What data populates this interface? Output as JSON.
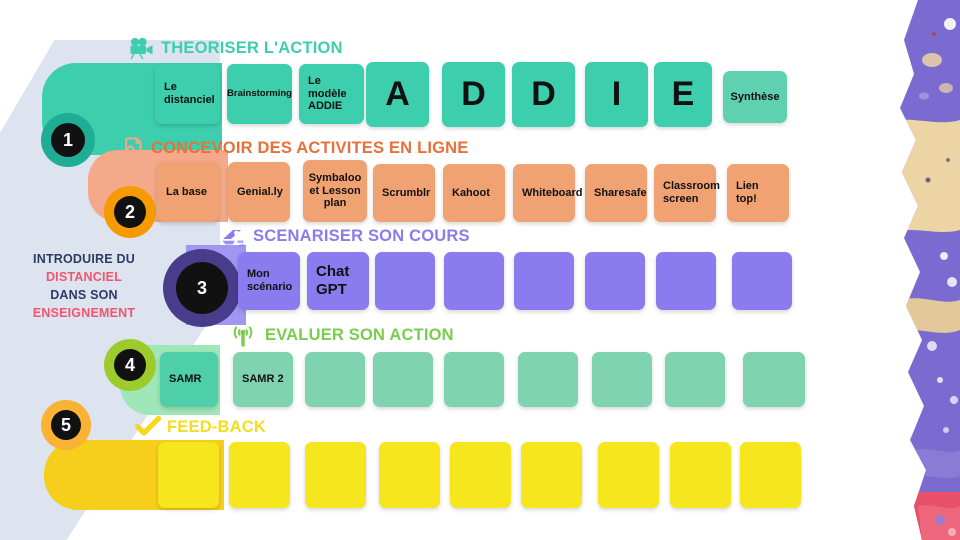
{
  "page": {
    "title": "Introduire du distanciel dans son enseignement"
  },
  "left_label": {
    "line1": "INTRODUIRE DU",
    "line2": "DISTANCIEL",
    "line3": "DANS SON",
    "line4": "ENSEIGNEMENT",
    "dark_color": "#2d3b63",
    "accent_color": "#f0566e"
  },
  "sections": [
    {
      "number": "1",
      "title": "THEORISER L'ACTION",
      "icon": "movie-camera-icon",
      "color": "#3dcead",
      "ring_color": "#1fad96",
      "title_color": "#3dcead",
      "tiles": [
        {
          "label": "Le distanciel",
          "style": "text"
        },
        {
          "label": "Brainstorming",
          "style": "text"
        },
        {
          "label": "Le modèle ADDIE",
          "style": "text"
        },
        {
          "label": "A",
          "style": "big"
        },
        {
          "label": "D",
          "style": "big"
        },
        {
          "label": "D",
          "style": "big"
        },
        {
          "label": "I",
          "style": "big"
        },
        {
          "label": "E",
          "style": "big"
        },
        {
          "label": "Synthèse",
          "style": "text"
        }
      ]
    },
    {
      "number": "2",
      "title": "CONCEVOIR DES ACTIVITES EN LIGNE",
      "icon": "document-pencil-icon",
      "color": "#f0a273",
      "ring_color": "#f59b00",
      "title_color": "#e8703a",
      "tiles": [
        {
          "label": "La base",
          "style": "text"
        },
        {
          "label": "Genial.ly",
          "style": "text"
        },
        {
          "label": "Symbaloo et Lesson plan",
          "style": "center"
        },
        {
          "label": "Scrumblr",
          "style": "text"
        },
        {
          "label": "Kahoot",
          "style": "text"
        },
        {
          "label": "Whiteboard",
          "style": "text"
        },
        {
          "label": "Sharesafe",
          "style": "text"
        },
        {
          "label": "Classroom screen",
          "style": "text"
        },
        {
          "label": "Lien top!",
          "style": "text"
        }
      ]
    },
    {
      "number": "3",
      "title": "SCENARISER SON COURS",
      "icon": "presentation-icon",
      "color": "#8a7bee",
      "ring_color": "#4a3c8c",
      "title_color": "#8a7bee",
      "tiles": [
        {
          "label": "Mon scénario",
          "style": "text"
        },
        {
          "label": "Chat GPT",
          "style": "big-text"
        },
        {
          "label": "",
          "style": "empty"
        },
        {
          "label": "",
          "style": "empty"
        },
        {
          "label": "",
          "style": "empty"
        },
        {
          "label": "",
          "style": "empty"
        },
        {
          "label": "",
          "style": "empty"
        },
        {
          "label": "",
          "style": "empty"
        }
      ]
    },
    {
      "number": "4",
      "title": "EVALUER SON ACTION",
      "icon": "broadcast-icon",
      "color": "#7fd3b0",
      "ring_color": "#9ccb2b",
      "title_color": "#79cc4d",
      "tiles": [
        {
          "label": "SAMR",
          "style": "text"
        },
        {
          "label": "SAMR 2",
          "style": "text"
        },
        {
          "label": "",
          "style": "empty"
        },
        {
          "label": "",
          "style": "empty"
        },
        {
          "label": "",
          "style": "empty"
        },
        {
          "label": "",
          "style": "empty"
        },
        {
          "label": "",
          "style": "empty"
        },
        {
          "label": "",
          "style": "empty"
        }
      ]
    },
    {
      "number": "5",
      "title": "FEED-BACK",
      "icon": "check-mark-icon",
      "color": "#f5e61e",
      "ring_color": "#f9b233",
      "title_color": "#f2dd1e",
      "tiles": [
        {
          "label": "",
          "style": "empty"
        },
        {
          "label": "",
          "style": "empty"
        },
        {
          "label": "",
          "style": "empty"
        },
        {
          "label": "",
          "style": "empty"
        },
        {
          "label": "",
          "style": "empty"
        },
        {
          "label": "",
          "style": "empty"
        },
        {
          "label": "",
          "style": "empty"
        },
        {
          "label": "",
          "style": "empty"
        },
        {
          "label": "",
          "style": "empty"
        }
      ]
    }
  ],
  "palette": {
    "background": "#ffffff",
    "diagonal_panel": "#dde3ef",
    "badge_disc": "#111111",
    "badge_number": "#ffffff"
  }
}
